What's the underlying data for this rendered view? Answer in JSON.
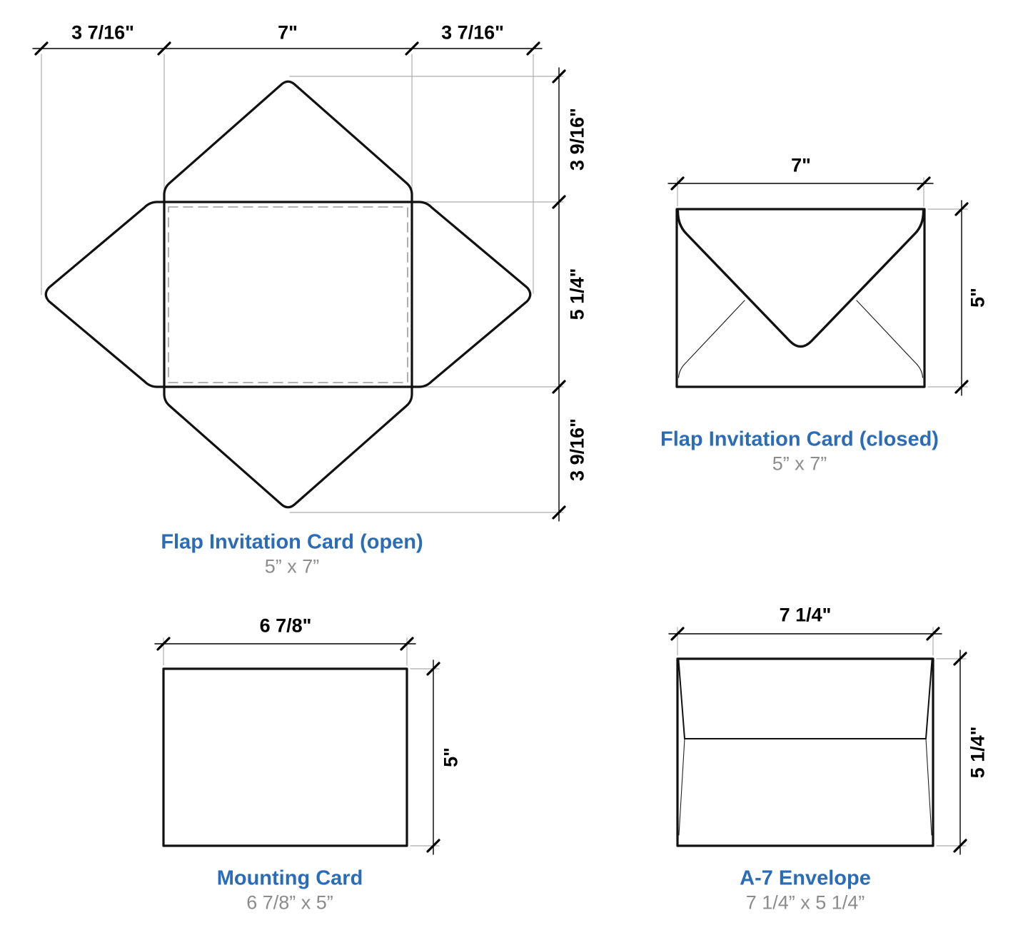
{
  "page": {
    "background": "#ffffff",
    "accent_blue": "#2b6cb8",
    "subtitle_gray": "#8c8c8c",
    "line_black": "#111111",
    "construction_gray": "#adadad"
  },
  "diagrams": {
    "flap_open": {
      "title": "Flap Invitation Card (open)",
      "subtitle": "5” x 7”",
      "dim_top_left": "3 7/16\"",
      "dim_top_center": "7\"",
      "dim_top_right": "3 7/16\"",
      "dim_right_top": "3 9/16\"",
      "dim_right_middle": "5 1/4\"",
      "dim_right_bottom": "3 9/16\""
    },
    "flap_closed": {
      "title": "Flap Invitation Card (closed)",
      "subtitle": "5” x 7”",
      "dim_width": "7\"",
      "dim_height": "5\""
    },
    "mounting_card": {
      "title": "Mounting Card",
      "subtitle": "6 7/8” x 5”",
      "dim_width": "6 7/8\"",
      "dim_height": "5\""
    },
    "a7_envelope": {
      "title": "A-7 Envelope",
      "subtitle": "7 1/4” x 5 1/4”",
      "dim_width": "7 1/4\"",
      "dim_height": "5 1/4\""
    }
  }
}
